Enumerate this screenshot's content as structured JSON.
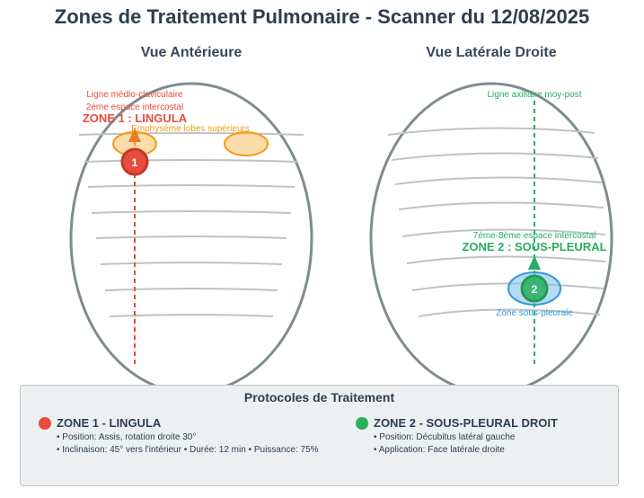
{
  "title": "Zones de Traitement Pulmonaire - Scanner du 12/08/2025",
  "views": {
    "anterior": {
      "title": "Vue Antérieure",
      "line_label": "Ligne médio-claviculaire",
      "space_label": "2ème espace intercostal",
      "zone_label": "ZONE 1 : LINGULA",
      "emphysema_label": "Emphysème lobes supérieurs",
      "marker": "1"
    },
    "lateral": {
      "title": "Vue Latérale Droite",
      "line_label": "Ligne axillaire moy-post",
      "space_label": "7ème-8ème espace intercostal",
      "zone_label": "ZONE 2 : SOUS-PLEURAL",
      "subpleural_label": "Zone sous-pleurale",
      "marker": "2"
    }
  },
  "colors": {
    "zone1": "#e74c3c",
    "zone2": "#27ae60",
    "emphysema": "#f39c12",
    "subpleural": "#3498db"
  },
  "protocols": {
    "title": "Protocoles de Traitement",
    "zone1": {
      "name": "ZONE 1 - LINGULA",
      "lines": [
        "• Position: Assis, rotation droite 30°",
        "• Inclinaison: 45° vers l'intérieur • Durée: 12 min • Puissance: 75%"
      ]
    },
    "zone2": {
      "name": "ZONE 2 - SOUS-PLEURAL DROIT",
      "lines": [
        "• Position: Décubitus latéral gauche",
        "• Application: Face latérale droite"
      ]
    }
  }
}
